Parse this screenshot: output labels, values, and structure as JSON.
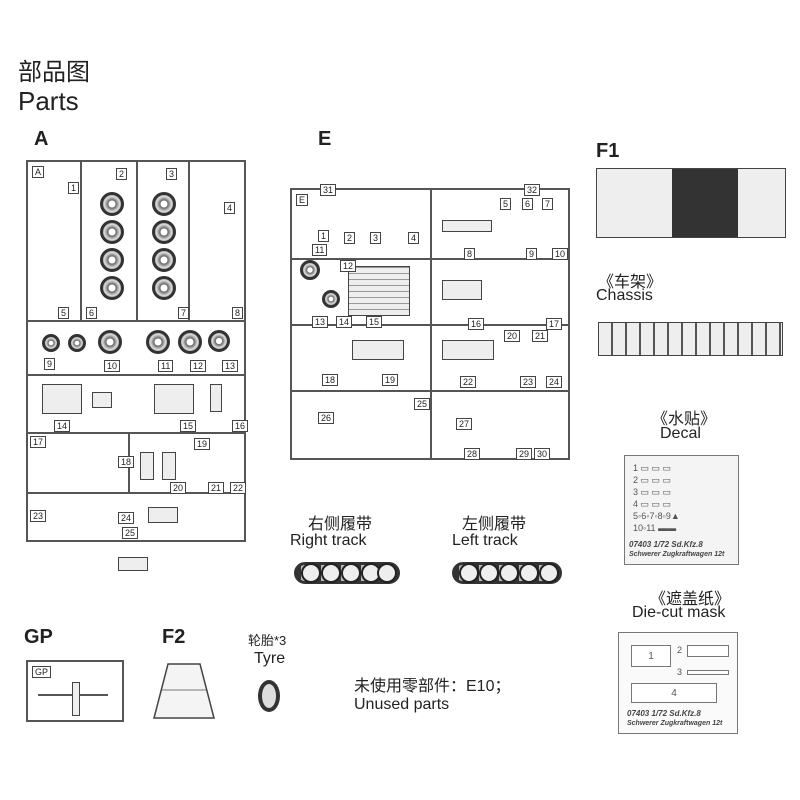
{
  "header": {
    "title_cn": "部品图",
    "title_en": "Parts"
  },
  "sprues": {
    "A": {
      "label": "A",
      "tag": "A",
      "parts": [
        "1",
        "2",
        "3",
        "4",
        "5",
        "6",
        "7",
        "8",
        "9",
        "10",
        "11",
        "12",
        "13",
        "14",
        "15",
        "16",
        "17",
        "18",
        "19",
        "20",
        "21",
        "22",
        "23",
        "24",
        "25"
      ]
    },
    "E": {
      "label": "E",
      "tag": "E",
      "parts": [
        "1",
        "2",
        "3",
        "4",
        "5",
        "6",
        "7",
        "8",
        "9",
        "10",
        "11",
        "12",
        "13",
        "14",
        "15",
        "16",
        "17",
        "18",
        "19",
        "20",
        "21",
        "22",
        "23",
        "24",
        "25",
        "26",
        "27",
        "28",
        "29",
        "30",
        "31",
        "32"
      ]
    },
    "F1": {
      "label": "F1"
    },
    "chassis": {
      "label_cn": "《车架》",
      "label_en": "Chassis"
    },
    "decal": {
      "label_cn": "《水贴》",
      "label_en": "Decal",
      "rows": [
        "1",
        "2",
        "3",
        "4"
      ],
      "small_nums": [
        "5",
        "6",
        "7",
        "8",
        "9",
        "10",
        "11"
      ],
      "caption1": "07403 1/72 Sd.Kfz.8",
      "caption2": "Schwerer Zugkraftwagen 12t"
    },
    "mask": {
      "label_cn": "《遮盖纸》",
      "label_en": "Die-cut mask",
      "parts": [
        "1",
        "2",
        "3",
        "4"
      ],
      "caption1": "07403 1/72 Sd.Kfz.8",
      "caption2": "Schwerer Zugkraftwagen 12t"
    },
    "right_track": {
      "label_cn": "右侧履带",
      "label_en": "Right track"
    },
    "left_track": {
      "label_cn": "左侧履带",
      "label_en": "Left track"
    },
    "GP": {
      "label": "GP",
      "tag": "GP"
    },
    "F2": {
      "label": "F2"
    },
    "tyre": {
      "label_cn": "轮胎*3",
      "label_en": "Tyre"
    },
    "unused": {
      "label_cn": "未使用零部件：E10；",
      "label_en": "Unused parts"
    }
  }
}
